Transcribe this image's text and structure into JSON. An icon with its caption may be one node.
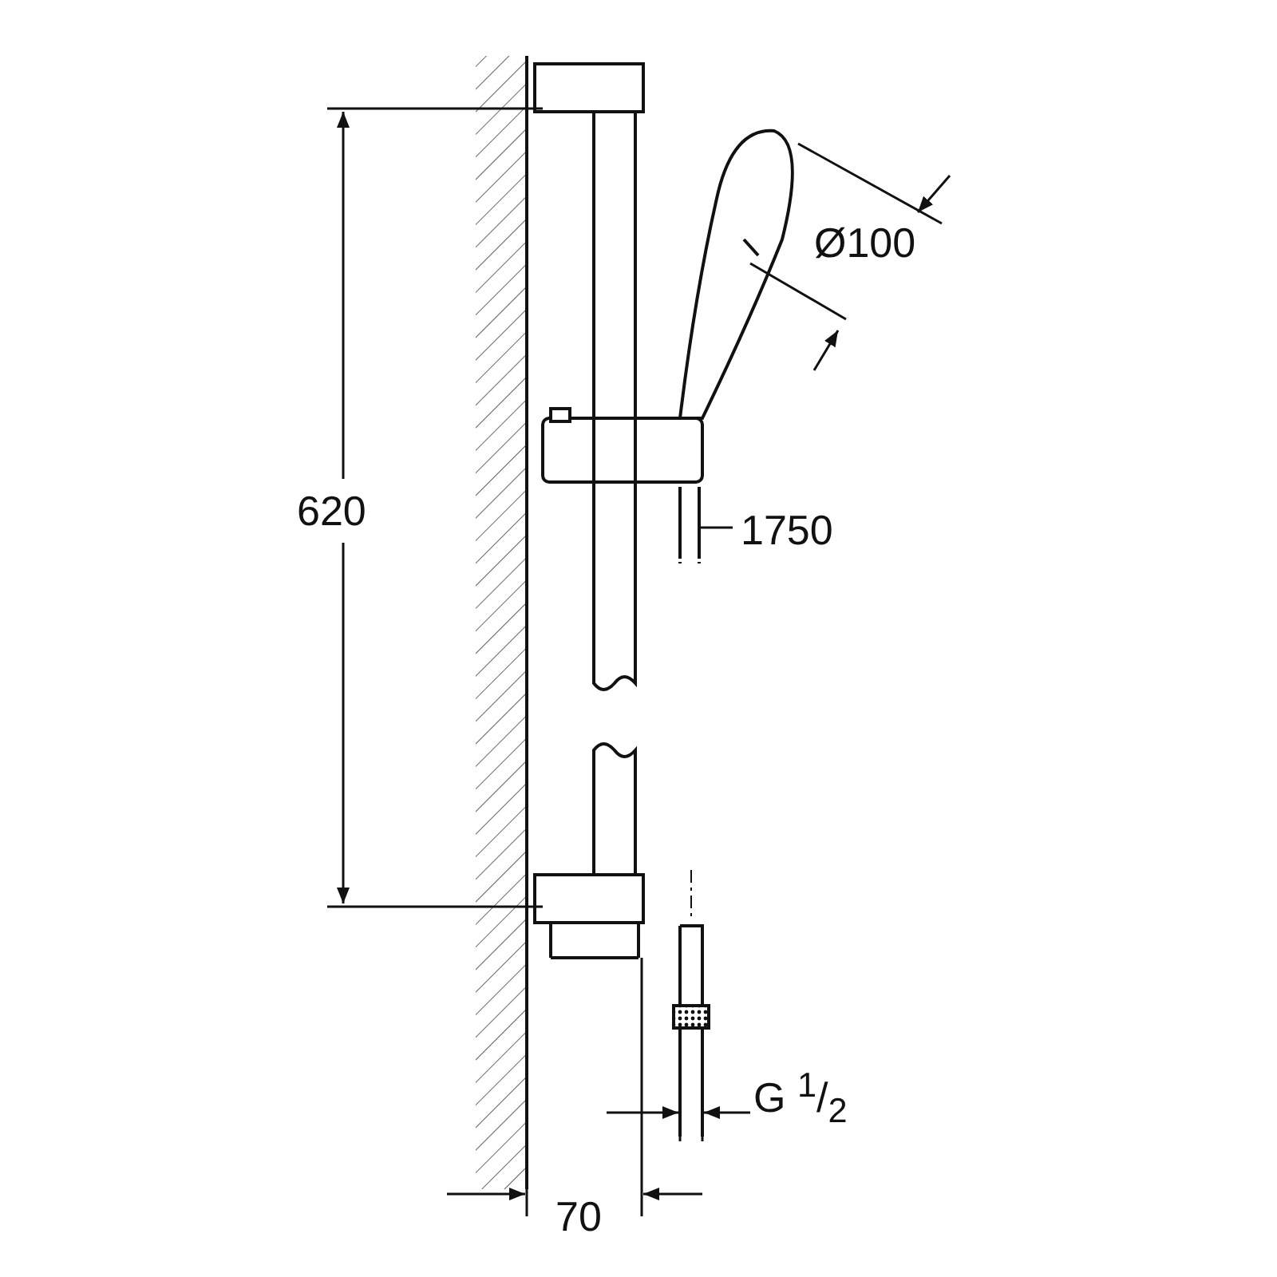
{
  "diagram": {
    "nodes": [
      {
        "text": [
          "1750"
        ]
      },
      {
        "text": [],
        "shape": "picture"
      }
    ],
    "edges": [
      {
        "from": 0,
        "to": 1,
        "arrow": "none"
      }
    ],
    "labels": [
      "620",
      "Ø100",
      "G $^{1}$/$_{2}$",
      "70"
    ]
  }
}
